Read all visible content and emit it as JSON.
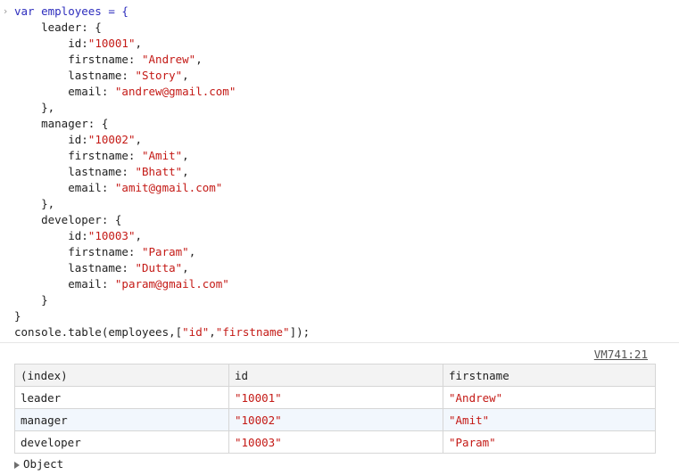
{
  "code": {
    "lines": [
      {
        "parts": [
          {
            "t": "var employees = {",
            "c": "kw"
          }
        ]
      },
      {
        "parts": [
          {
            "t": "    leader: {",
            "c": "plain"
          }
        ]
      },
      {
        "parts": [
          {
            "t": "        id:",
            "c": "plain"
          },
          {
            "t": "\"10001\"",
            "c": "str"
          },
          {
            "t": ",",
            "c": "plain"
          }
        ]
      },
      {
        "parts": [
          {
            "t": "        firstname: ",
            "c": "plain"
          },
          {
            "t": "\"Andrew\"",
            "c": "str"
          },
          {
            "t": ",",
            "c": "plain"
          }
        ]
      },
      {
        "parts": [
          {
            "t": "        lastname: ",
            "c": "plain"
          },
          {
            "t": "\"Story\"",
            "c": "str"
          },
          {
            "t": ",",
            "c": "plain"
          }
        ]
      },
      {
        "parts": [
          {
            "t": "        email: ",
            "c": "plain"
          },
          {
            "t": "\"andrew@gmail.com\"",
            "c": "str"
          }
        ]
      },
      {
        "parts": [
          {
            "t": "    },",
            "c": "plain"
          }
        ]
      },
      {
        "parts": [
          {
            "t": "    manager: {",
            "c": "plain"
          }
        ]
      },
      {
        "parts": [
          {
            "t": "        id:",
            "c": "plain"
          },
          {
            "t": "\"10002\"",
            "c": "str"
          },
          {
            "t": ",",
            "c": "plain"
          }
        ]
      },
      {
        "parts": [
          {
            "t": "        firstname: ",
            "c": "plain"
          },
          {
            "t": "\"Amit\"",
            "c": "str"
          },
          {
            "t": ",",
            "c": "plain"
          }
        ]
      },
      {
        "parts": [
          {
            "t": "        lastname: ",
            "c": "plain"
          },
          {
            "t": "\"Bhatt\"",
            "c": "str"
          },
          {
            "t": ",",
            "c": "plain"
          }
        ]
      },
      {
        "parts": [
          {
            "t": "        email: ",
            "c": "plain"
          },
          {
            "t": "\"amit@gmail.com\"",
            "c": "str"
          }
        ]
      },
      {
        "parts": [
          {
            "t": "    },",
            "c": "plain"
          }
        ]
      },
      {
        "parts": [
          {
            "t": "    developer: {",
            "c": "plain"
          }
        ]
      },
      {
        "parts": [
          {
            "t": "        id:",
            "c": "plain"
          },
          {
            "t": "\"10003\"",
            "c": "str"
          },
          {
            "t": ",",
            "c": "plain"
          }
        ]
      },
      {
        "parts": [
          {
            "t": "        firstname: ",
            "c": "plain"
          },
          {
            "t": "\"Param\"",
            "c": "str"
          },
          {
            "t": ",",
            "c": "plain"
          }
        ]
      },
      {
        "parts": [
          {
            "t": "        lastname: ",
            "c": "plain"
          },
          {
            "t": "\"Dutta\"",
            "c": "str"
          },
          {
            "t": ",",
            "c": "plain"
          }
        ]
      },
      {
        "parts": [
          {
            "t": "        email: ",
            "c": "plain"
          },
          {
            "t": "\"param@gmail.com\"",
            "c": "str"
          }
        ]
      },
      {
        "parts": [
          {
            "t": "    }",
            "c": "plain"
          }
        ]
      },
      {
        "parts": [
          {
            "t": "}",
            "c": "plain"
          }
        ]
      },
      {
        "parts": [
          {
            "t": "console.table(employees,[",
            "c": "plain"
          },
          {
            "t": "\"id\"",
            "c": "str"
          },
          {
            "t": ",",
            "c": "plain"
          },
          {
            "t": "\"firstname\"",
            "c": "str"
          },
          {
            "t": "]);",
            "c": "plain"
          }
        ]
      }
    ]
  },
  "output": {
    "source_link": "VM741:21",
    "table": {
      "headers": [
        "(index)",
        "id",
        "firstname"
      ],
      "rows": [
        [
          "leader",
          "\"10001\"",
          "\"Andrew\""
        ],
        [
          "manager",
          "\"10002\"",
          "\"Amit\""
        ],
        [
          "developer",
          "\"10003\"",
          "\"Param\""
        ]
      ]
    },
    "object_label": "Object"
  },
  "icons": {
    "prompt": "chevron-right-icon",
    "expand": "expand-triangle-icon"
  },
  "colors": {
    "keyword": "#2d2dbd",
    "string": "#c41a16",
    "row_highlight": "#f2f7fd"
  }
}
